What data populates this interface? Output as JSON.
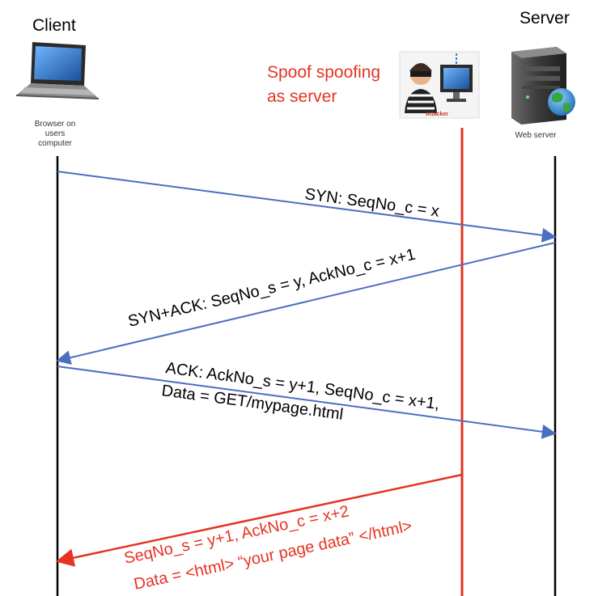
{
  "client": {
    "title": "Client",
    "caption_lines": [
      "Browser on",
      "users",
      "computer"
    ]
  },
  "server": {
    "title": "Server",
    "caption": "Web server"
  },
  "attacker": {
    "title_lines": [
      "Spoof spoofing",
      "as server"
    ],
    "badge": "Attacker"
  },
  "colors": {
    "client_server_messages": "#4a6fc1",
    "attacker": "#e63323",
    "lifeline": "#000000"
  },
  "messages": [
    {
      "label_lines": [
        "SYN: SeqNo_c = x"
      ],
      "direction": "client-to-server"
    },
    {
      "label_lines": [
        "SYN+ACK: SeqNo_s = y, AckNo_c = x+1"
      ],
      "direction": "server-to-client"
    },
    {
      "label_lines": [
        "ACK: AckNo_s = y+1, SeqNo_c = x+1,",
        "Data = GET/mypage.html"
      ],
      "direction": "client-to-server"
    },
    {
      "label_lines": [
        "SeqNo_s = y+1, AckNo_c = x+2",
        "Data = <html> “your page data” </html>"
      ],
      "direction": "attacker-to-client"
    }
  ]
}
